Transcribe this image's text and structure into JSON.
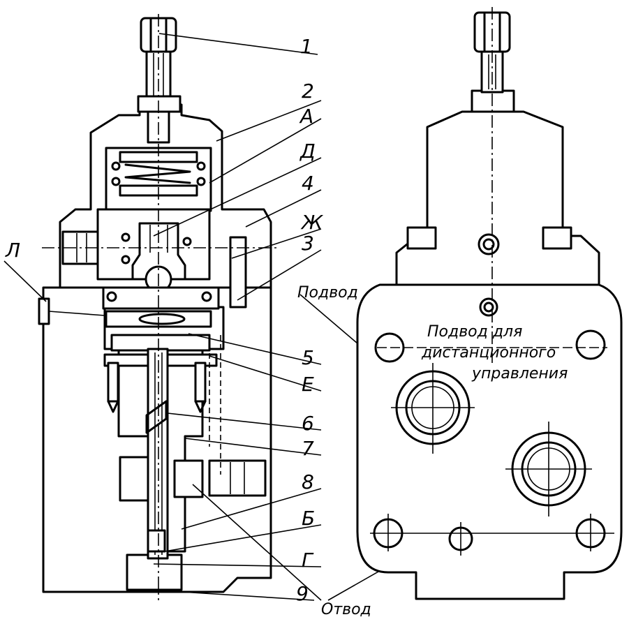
{
  "labels": {
    "n1": "1",
    "n2": "2",
    "A": "А",
    "D": "Д",
    "n4": "4",
    "Zh": "Ж",
    "n3": "3",
    "L": "Л",
    "podvod": "Подвод",
    "n5": "5",
    "E": "Е",
    "n6": "6",
    "n7": "7",
    "n8": "8",
    "B": "Б",
    "G": "Г",
    "n9": "9",
    "otvod": "Отвод",
    "remote_line1": "Подвод для",
    "remote_line2": "дистанционного",
    "remote_line3": "управления"
  }
}
